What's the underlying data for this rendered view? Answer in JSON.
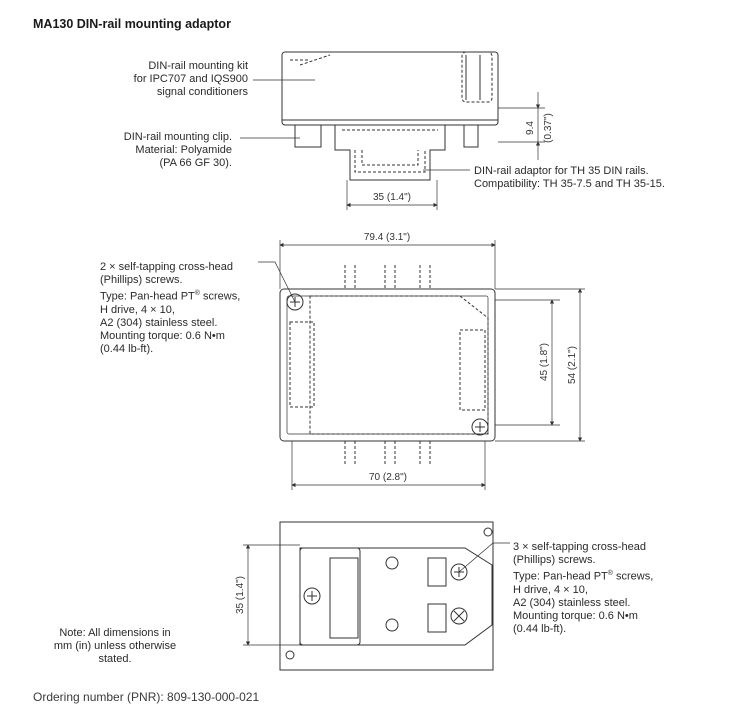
{
  "title": "MA130 DIN-rail mounting adaptor",
  "side_view": {
    "kit_label": [
      "DIN-rail mounting kit",
      "for IPC707 and IQS900",
      "signal conditioners"
    ],
    "clip_label": [
      "DIN-rail mounting clip.",
      "Material: Polyamide",
      "(PA 66 GF 30)."
    ],
    "adaptor_label": [
      "DIN-rail adaptor for TH 35 DIN rails.",
      "Compatibility: TH 35-7.5 and TH 35-15."
    ],
    "dim_height": "9.4",
    "dim_height_in": "(0.37\")",
    "dim_width": "35 (1.4\")"
  },
  "top_view": {
    "screws_label": [
      "2 × self-tapping cross-head",
      "(Phillips) screws.",
      "Type: Pan-head PT",
      "H drive, 4 × 10,",
      "A2 (304) stainless steel.",
      "Mounting torque: 0.6 N•m",
      "(0.44 lb-ft)."
    ],
    "registered_mark": "®",
    "screws_word": " screws,",
    "dim_total_width": "79.4 (3.1\")",
    "dim_inner_width": "70 (2.8\")",
    "dim_inner_height": "45 (1.8\")",
    "dim_total_height": "54 (2.1\")"
  },
  "bottom_view": {
    "screws_label": [
      "3 × self-tapping cross-head",
      "(Phillips) screws.",
      "Type: Pan-head PT",
      "H drive, 4 × 10,",
      "A2 (304) stainless steel.",
      "Mounting torque: 0.6 N•m",
      "(0.44 lb-ft)."
    ],
    "registered_mark": "®",
    "screws_word": " screws,",
    "dim_height": "35 (1.4\")"
  },
  "note": [
    "Note: All dimensions in",
    "mm (in) unless otherwise",
    "stated."
  ],
  "ordering": "Ordering number (PNR): 809-130-000-021"
}
